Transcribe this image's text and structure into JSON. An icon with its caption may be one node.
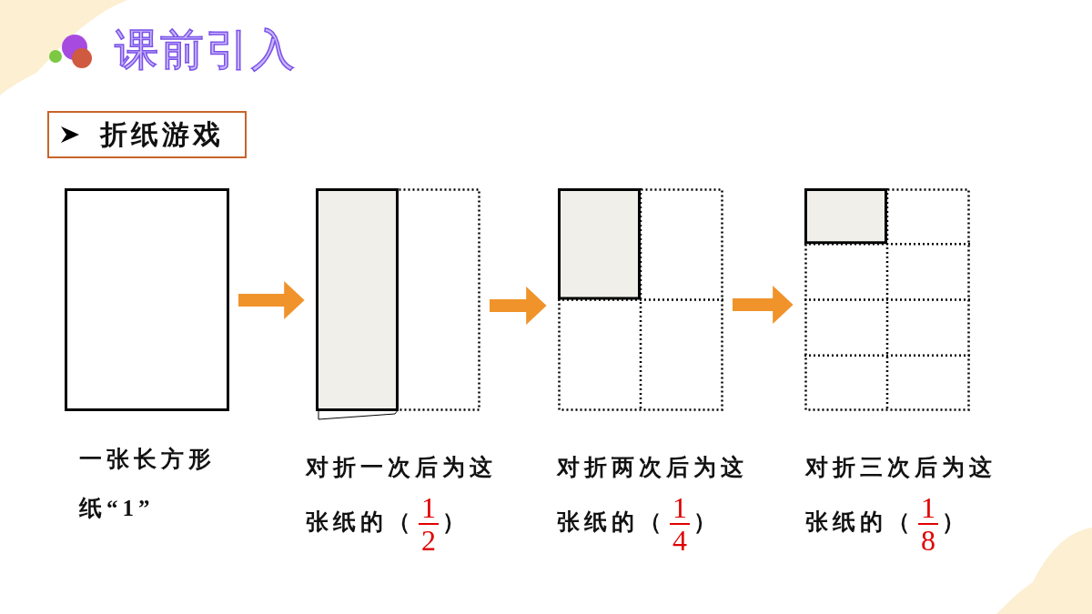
{
  "diagram": {
    "title": "课前引入",
    "nodes": [
      {
        "text": [
          "折纸游戏"
        ]
      },
      {
        "text": [],
        "shape": "box",
        "beside": [
          "一张长方形纸“1”"
        ]
      },
      {
        "text": [],
        "shape": "box",
        "beside": [
          "对折一次后为这张纸的（",
          "1",
          "2",
          "）"
        ]
      },
      {
        "text": [],
        "shape": "box",
        "beside": [
          "对折两次后为这张纸的（",
          "1",
          "4",
          "）"
        ]
      },
      {
        "text": [],
        "shape": "box",
        "beside": [
          "对折三次后为这张纸的（",
          "1",
          "8",
          "）"
        ]
      }
    ],
    "edges": [
      {
        "from": 1,
        "to": 2,
        "arrow": "to"
      },
      {
        "from": 2,
        "to": 3,
        "arrow": "to"
      },
      {
        "from": 3,
        "to": 4,
        "arrow": "to"
      }
    ]
  }
}
